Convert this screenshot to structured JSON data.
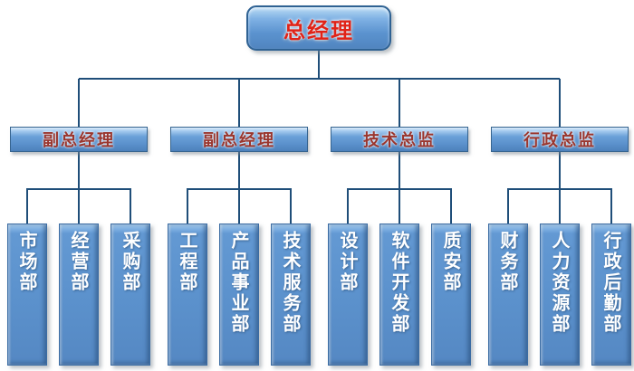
{
  "org_chart": {
    "root": {
      "label": "总经理"
    },
    "groups": [
      {
        "label": "副总经理",
        "departments": [
          "市场部",
          "经营部",
          "采购部"
        ]
      },
      {
        "label": "副总经理",
        "departments": [
          "工程部",
          "产品事业部",
          "技术服务部"
        ]
      },
      {
        "label": "技术总监",
        "departments": [
          "设计部",
          "软件开发部",
          "质安部"
        ]
      },
      {
        "label": "行政总监",
        "departments": [
          "财务部",
          "人力资源部",
          "行政后勤部"
        ]
      }
    ],
    "colors": {
      "node_fill": "#5b91cc",
      "node_fill_highlight": "#b9dbf4",
      "node_border": "#36648f",
      "connector_line": "#1f4e79",
      "root_text": "#e02318",
      "manager_text": "#9a362e",
      "department_text": "#ffffff",
      "background": "#ffffff"
    }
  }
}
